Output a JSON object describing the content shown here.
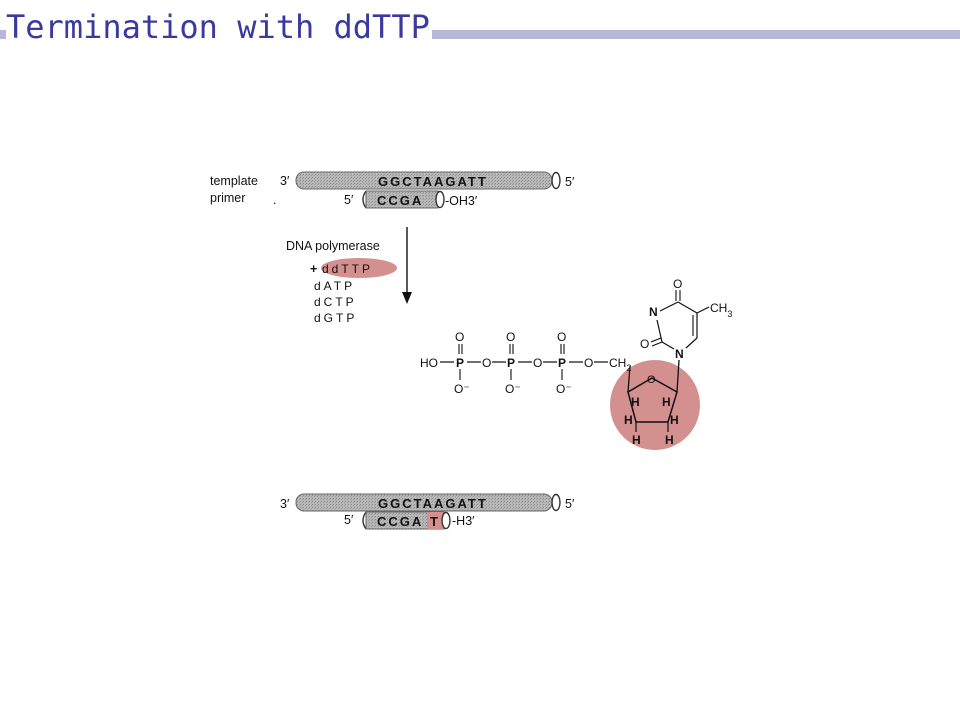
{
  "title": "Termination with ddTTP",
  "top_strand": {
    "template_label": "template",
    "primer_label": "primer",
    "template_5end": "3′",
    "template_seq": "GGCTAAGATT",
    "template_3end": "5′",
    "primer_5end": "5′",
    "primer_seq": "CCGA",
    "primer_3end": "-OH3′"
  },
  "reaction": {
    "enzyme": "DNA polymerase",
    "plus": "+",
    "nucleotides": [
      "ddTTP",
      "dATP",
      "dCTP",
      "dGTP"
    ],
    "highlight_color": "#d4908f"
  },
  "molecule": {
    "ho": "HO",
    "p": "P",
    "o": "O",
    "o_minus": "O⁻",
    "ch2": "CH",
    "ch2_sub": "2",
    "ch3": "CH",
    "ch3_sub": "3",
    "n": "N",
    "h": "H"
  },
  "bottom_strand": {
    "template_5end": "3′",
    "template_seq": "GGCTAAGATT",
    "template_3end": "5′",
    "primer_5end": "5′",
    "primer_seq": "CCGA",
    "added_base": "T",
    "primer_3end": "-H3′"
  },
  "colors": {
    "title": "#3a3a9e",
    "title_bar": "#b7b7d9",
    "strand": "#a8a8a8",
    "highlight": "#d4908f"
  }
}
